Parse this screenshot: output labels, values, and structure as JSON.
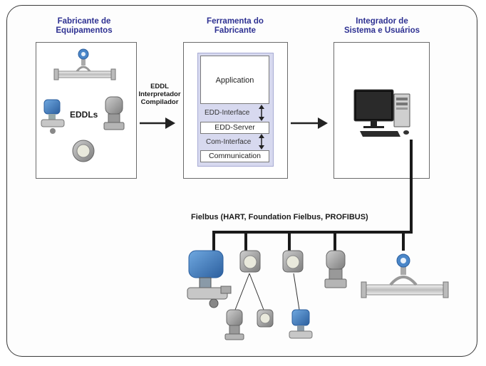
{
  "columns": {
    "manufacturer": {
      "title_line1": "Fabricante de",
      "title_line2": "Equipamentos",
      "eddls_label": "EDDLs"
    },
    "tool": {
      "title_line1": "Ferramenta do",
      "title_line2": "Fabricante"
    },
    "integrator": {
      "title_line1": "Integrador de",
      "title_line2": "Sistema e Usuários"
    }
  },
  "arrow1_label": {
    "line1": "EDDL",
    "line2": "Interpretador",
    "line3": "Compilador"
  },
  "tool_stack": {
    "application": "Application",
    "edd_interface": "EDD-Interface",
    "edd_server": "EDD-Server",
    "com_interface": "Com-Interface",
    "communication": "Communication"
  },
  "fieldbus_label": "Fielbus (HART, Foundation Fielbus, PROFIBUS)",
  "colors": {
    "title_blue": "#2e3192",
    "valve_blue": "#4a86c8",
    "bus": "#1a1a1a",
    "tool_bg": "#d7d9ef"
  }
}
